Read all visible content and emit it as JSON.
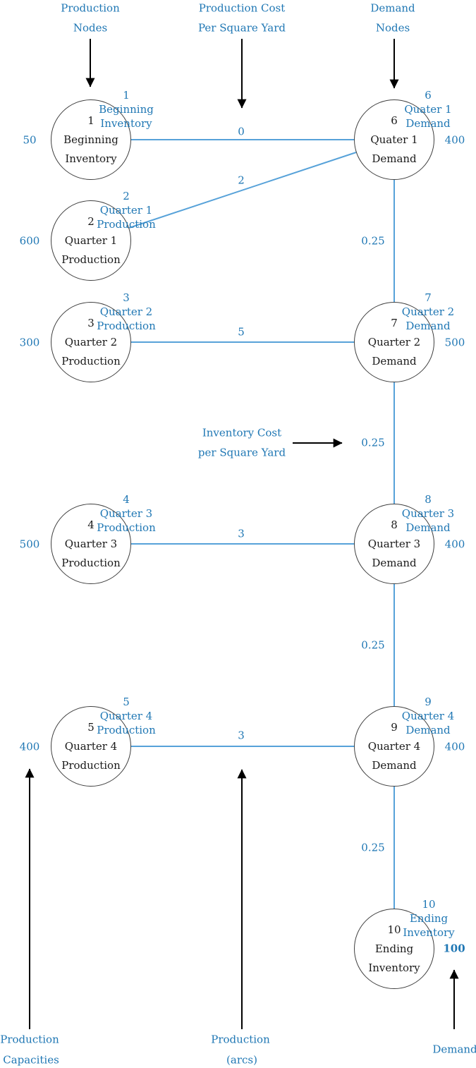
{
  "headers": {
    "production": [
      "Production",
      "Nodes"
    ],
    "cost": [
      "Production Cost",
      "Per Square Yard"
    ],
    "demand": [
      "Demand",
      "Nodes"
    ]
  },
  "annotations": {
    "inventory_cost": [
      "Inventory Cost",
      "per Square Yard"
    ],
    "production_capacities": [
      "Production",
      "Capacities"
    ],
    "production_arcs": [
      "Production",
      "(arcs)"
    ],
    "demand": "Demand"
  },
  "nodes": [
    {
      "number": "1",
      "line1": "Beginning",
      "line2": "Inventory",
      "side_value": "50"
    },
    {
      "number": "2",
      "line1": "Quarter 1",
      "line2": "Production",
      "side_value": "600"
    },
    {
      "number": "3",
      "line1": "Quarter 2",
      "line2": "Production",
      "side_value": "300"
    },
    {
      "number": "4",
      "line1": "Quarter 3",
      "line2": "Production",
      "side_value": "500"
    },
    {
      "number": "5",
      "line1": "Quarter 4",
      "line2": "Production",
      "side_value": "400"
    },
    {
      "number": "6",
      "line1": "Quater 1",
      "line2": "Demand",
      "side_value": "400"
    },
    {
      "number": "7",
      "line1": "Quarter 2",
      "line2": "Demand",
      "side_value": "500"
    },
    {
      "number": "8",
      "line1": "Quarter 3",
      "line2": "Demand",
      "side_value": "400"
    },
    {
      "number": "9",
      "line1": "Quarter 4",
      "line2": "Demand",
      "side_value": "400"
    },
    {
      "number": "10",
      "line1": "Ending",
      "line2": "Inventory",
      "side_value": "100"
    }
  ],
  "arcs": [
    {
      "from": "1",
      "to": "6",
      "cost": "0"
    },
    {
      "from": "2",
      "to": "6",
      "cost": "2"
    },
    {
      "from": "3",
      "to": "7",
      "cost": "5"
    },
    {
      "from": "4",
      "to": "8",
      "cost": "3"
    },
    {
      "from": "5",
      "to": "9",
      "cost": "3"
    },
    {
      "from": "6",
      "to": "7",
      "cost": "0.25"
    },
    {
      "from": "7",
      "to": "8",
      "cost": "0.25"
    },
    {
      "from": "8",
      "to": "9",
      "cost": "0.25"
    },
    {
      "from": "9",
      "to": "10",
      "cost": "0.25"
    }
  ],
  "colors": {
    "label_blue": "#1f77b4",
    "arc_blue": "#57a2d9",
    "node_stroke": "#3f3f3f",
    "arrow_black": "#000000"
  }
}
